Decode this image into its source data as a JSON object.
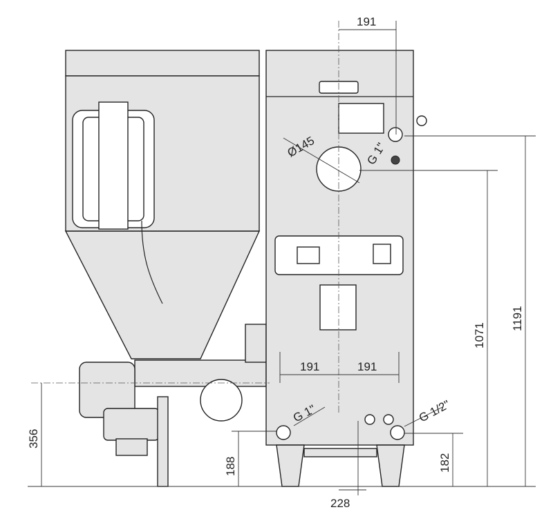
{
  "dimensions": {
    "top_offset": "191",
    "hole_diameter": "Ø145",
    "top_connection": "G 1\"",
    "total_height": "1191",
    "flue_height": "1071",
    "left_offset": "191",
    "right_offset": "191",
    "return_connection": "G 1\"",
    "drain_connection": "G 1/2\"",
    "burner_height": "356",
    "return_height": "188",
    "drain_height": "182",
    "bottom_offset": "228"
  }
}
